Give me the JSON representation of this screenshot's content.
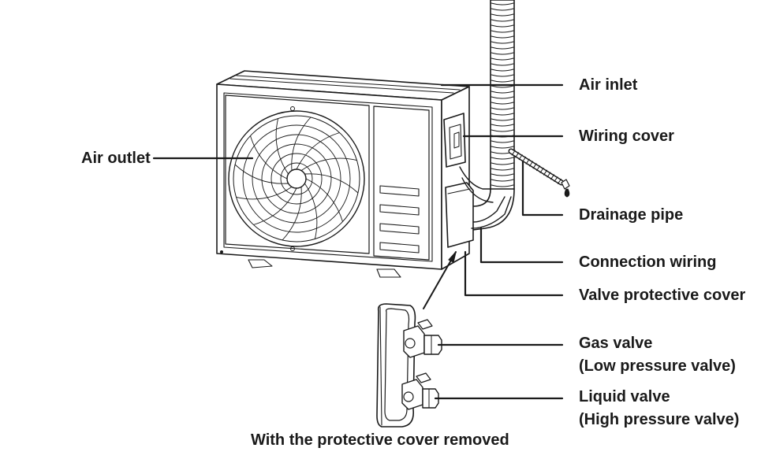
{
  "labels": {
    "air_inlet": "Air inlet",
    "wiring_cover": "Wiring cover",
    "air_outlet": "Air outlet",
    "drainage_pipe": "Drainage pipe",
    "connection_wiring": "Connection wiring",
    "valve_protective_cover": "Valve protective cover",
    "gas_valve": "Gas valve",
    "gas_valve_sub": "(Low pressure valve)",
    "liquid_valve": "Liquid valve",
    "liquid_valve_sub": "(High pressure valve)"
  },
  "caption": "With the protective cover removed",
  "colors": {
    "ink": "#1a1a1a",
    "background": "#ffffff"
  }
}
